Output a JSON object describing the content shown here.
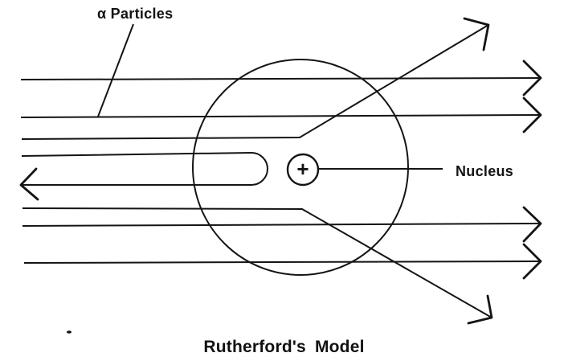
{
  "figure": {
    "title": "Rutherford's Model",
    "labels": {
      "alpha": "α Particles",
      "nucleus": "Nucleus"
    },
    "nucleus": {
      "charge_symbol": "+"
    },
    "colors": {
      "ink": "#141414",
      "background": "#ffffff"
    }
  }
}
